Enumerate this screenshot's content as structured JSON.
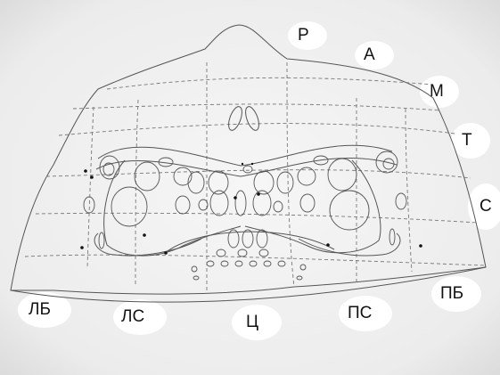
{
  "zone_labels": {
    "r": "Р",
    "a": "А",
    "m": "М",
    "t": "Т",
    "s": "С",
    "pb": "ПБ",
    "ps": "ПС",
    "c": "Ц",
    "ls": "ЛС",
    "lb": "ЛБ"
  },
  "colors": {
    "paper": "#f4f4f4",
    "ink": "#5a5a5a",
    "grid": "#7a7a7a",
    "label_bg": "#ffffff"
  }
}
